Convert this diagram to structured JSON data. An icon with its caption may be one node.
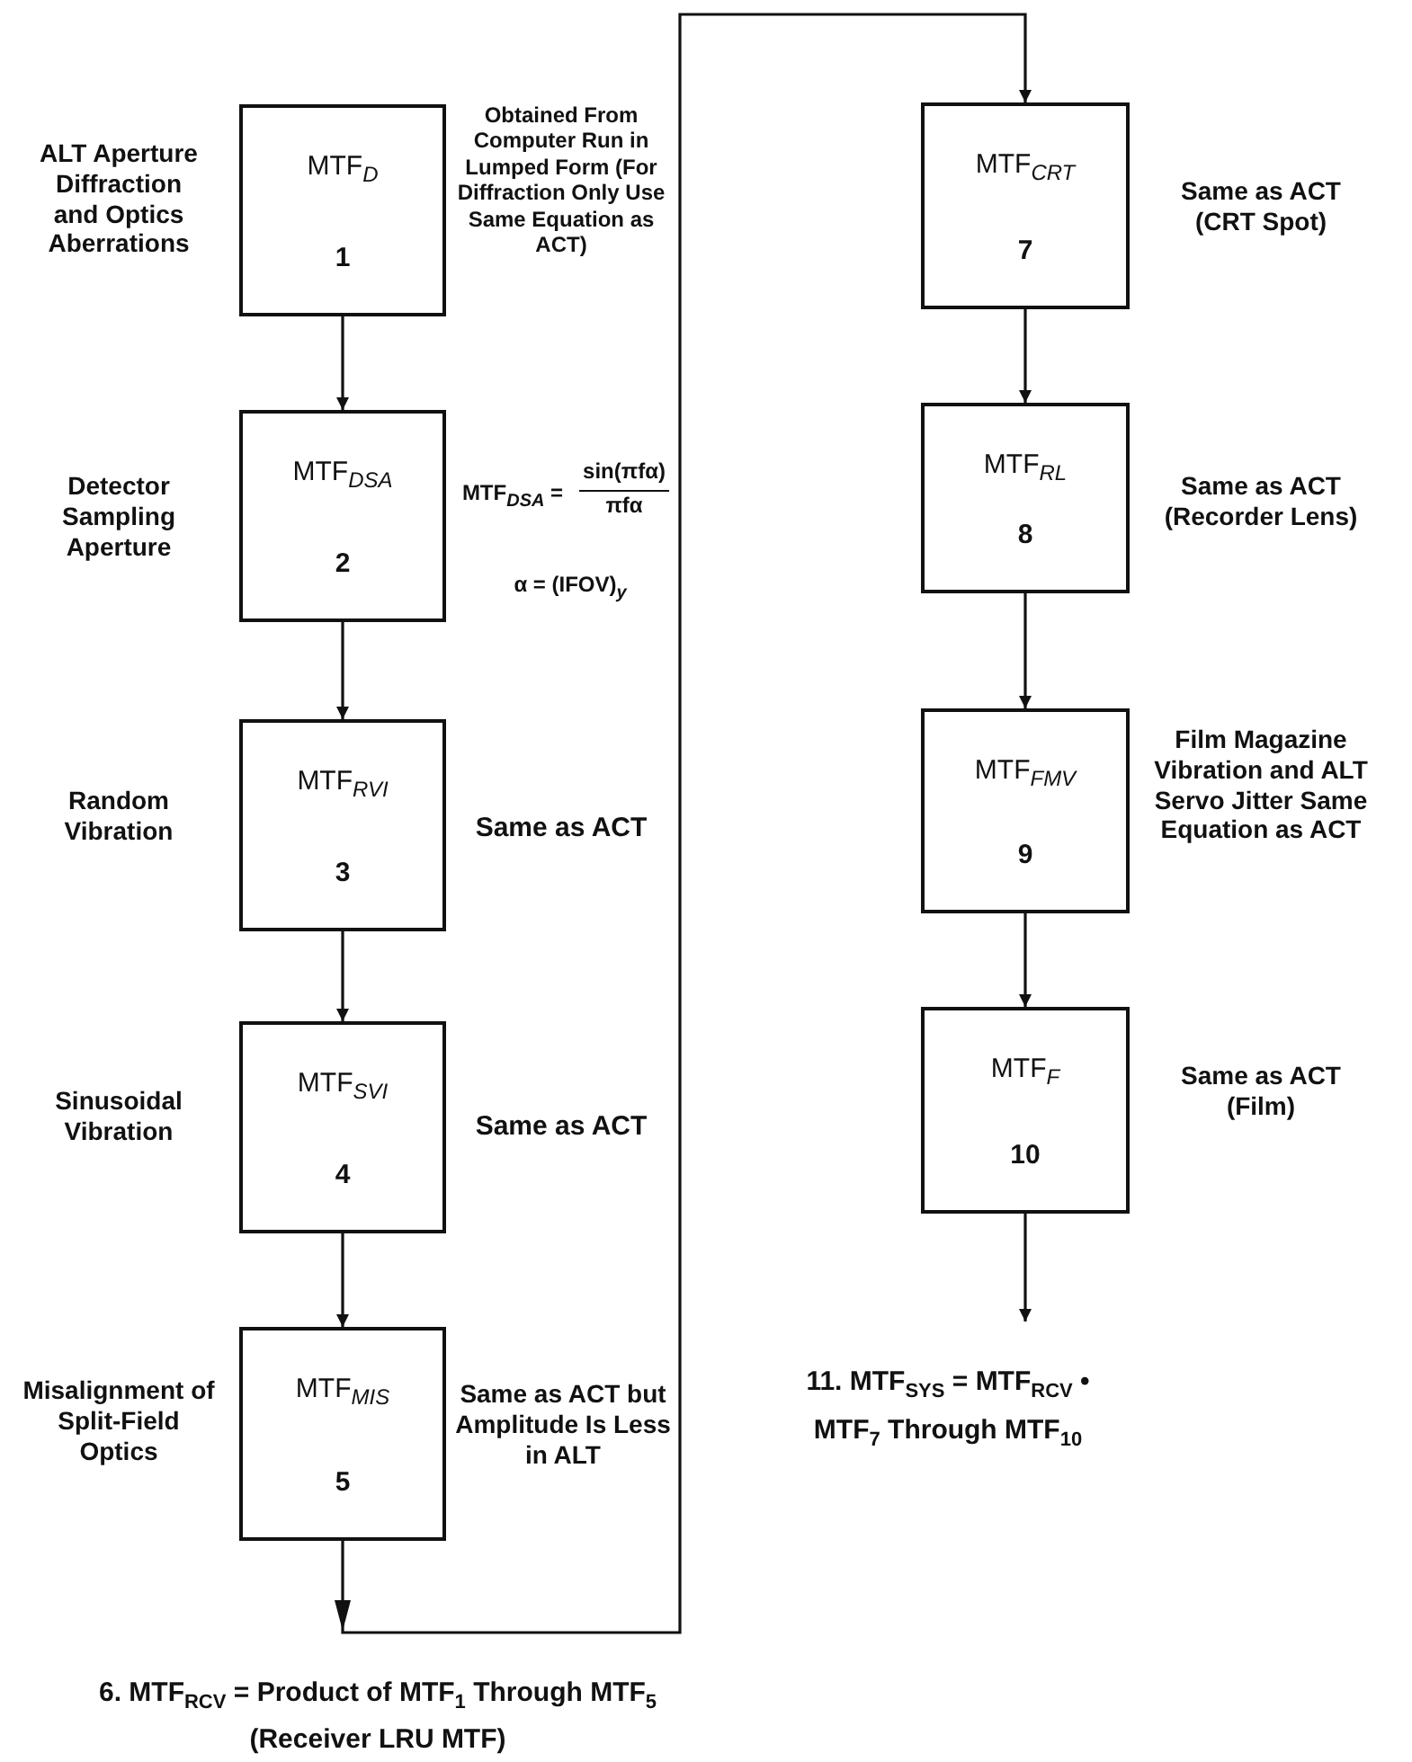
{
  "diagram": {
    "nodes": [
      {
        "text": [
          "MTF$_{D}$",
          "1"
        ],
        "beside": [
          "ALT Aperture Diffraction and Optics Aberrations",
          "Obtained From Computer Run in Lumped Form (For Diffraction Only Use Same Equation as ACT)"
        ]
      },
      {
        "text": [
          "MTF$_{DSA}$",
          "2"
        ],
        "beside": [
          "Detector Sampling Aperture",
          "MTF$_{DSA}$ =",
          "sin(πfα)",
          "πfα",
          "α = (IFOV)$_{y}$"
        ]
      },
      {
        "text": [
          "MTF$_{RVI}$",
          "3"
        ],
        "beside": [
          "Random Vibration",
          "Same as ACT"
        ]
      },
      {
        "text": [
          "MTF$_{SVI}$",
          "4"
        ],
        "beside": [
          "Sinusoidal Vibration",
          "Same as ACT"
        ]
      },
      {
        "text": [
          "MTF$_{MIS}$",
          "5"
        ],
        "beside": [
          "Misalignment of Split-Field Optics",
          "Same as ACT but Amplitude Is Less in ALT"
        ]
      },
      {
        "text": [
          "MTF$_{CRT}$",
          "7"
        ],
        "beside": [
          "Same as ACT (CRT Spot)"
        ]
      },
      {
        "text": [
          "MTF$_{RL}$",
          "8"
        ],
        "beside": [
          "Same as ACT (Recorder Lens)"
        ]
      },
      {
        "text": [
          "MTF$_{FMV}$",
          "9"
        ],
        "beside": [
          "Film Magazine Vibration and ALT Servo Jitter Same Equation as ACT"
        ]
      },
      {
        "text": [
          "MTF$_{F}$",
          "10"
        ],
        "beside": [
          "Same as ACT (Film)"
        ]
      },
      {
        "text": [
          "11. MTF$_{SYS}$ = MTF$_{RCV}$ • MTF$_{7}$ Through MTF$_{10}$"
        ]
      }
    ],
    "edges": [
      {
        "from": 0,
        "to": 1,
        "arrow": "to"
      },
      {
        "from": 1,
        "to": 2,
        "arrow": "to"
      },
      {
        "from": 2,
        "to": 3,
        "arrow": "to"
      },
      {
        "from": 3,
        "to": 4,
        "arrow": "to"
      },
      {
        "from": 4,
        "to": 5,
        "arrow": "to"
      },
      {
        "from": 5,
        "to": 6,
        "arrow": "to"
      },
      {
        "from": 6,
        "to": 7,
        "arrow": "to"
      },
      {
        "from": 7,
        "to": 8,
        "arrow": "to"
      },
      {
        "from": 8,
        "to": 9,
        "arrow": "to"
      }
    ],
    "labels": [
      "6. MTF$_{RCV}$ = Product of MTF$_{1}$ Through MTF$_{5}$ (Receiver LRU MTF)"
    ]
  }
}
